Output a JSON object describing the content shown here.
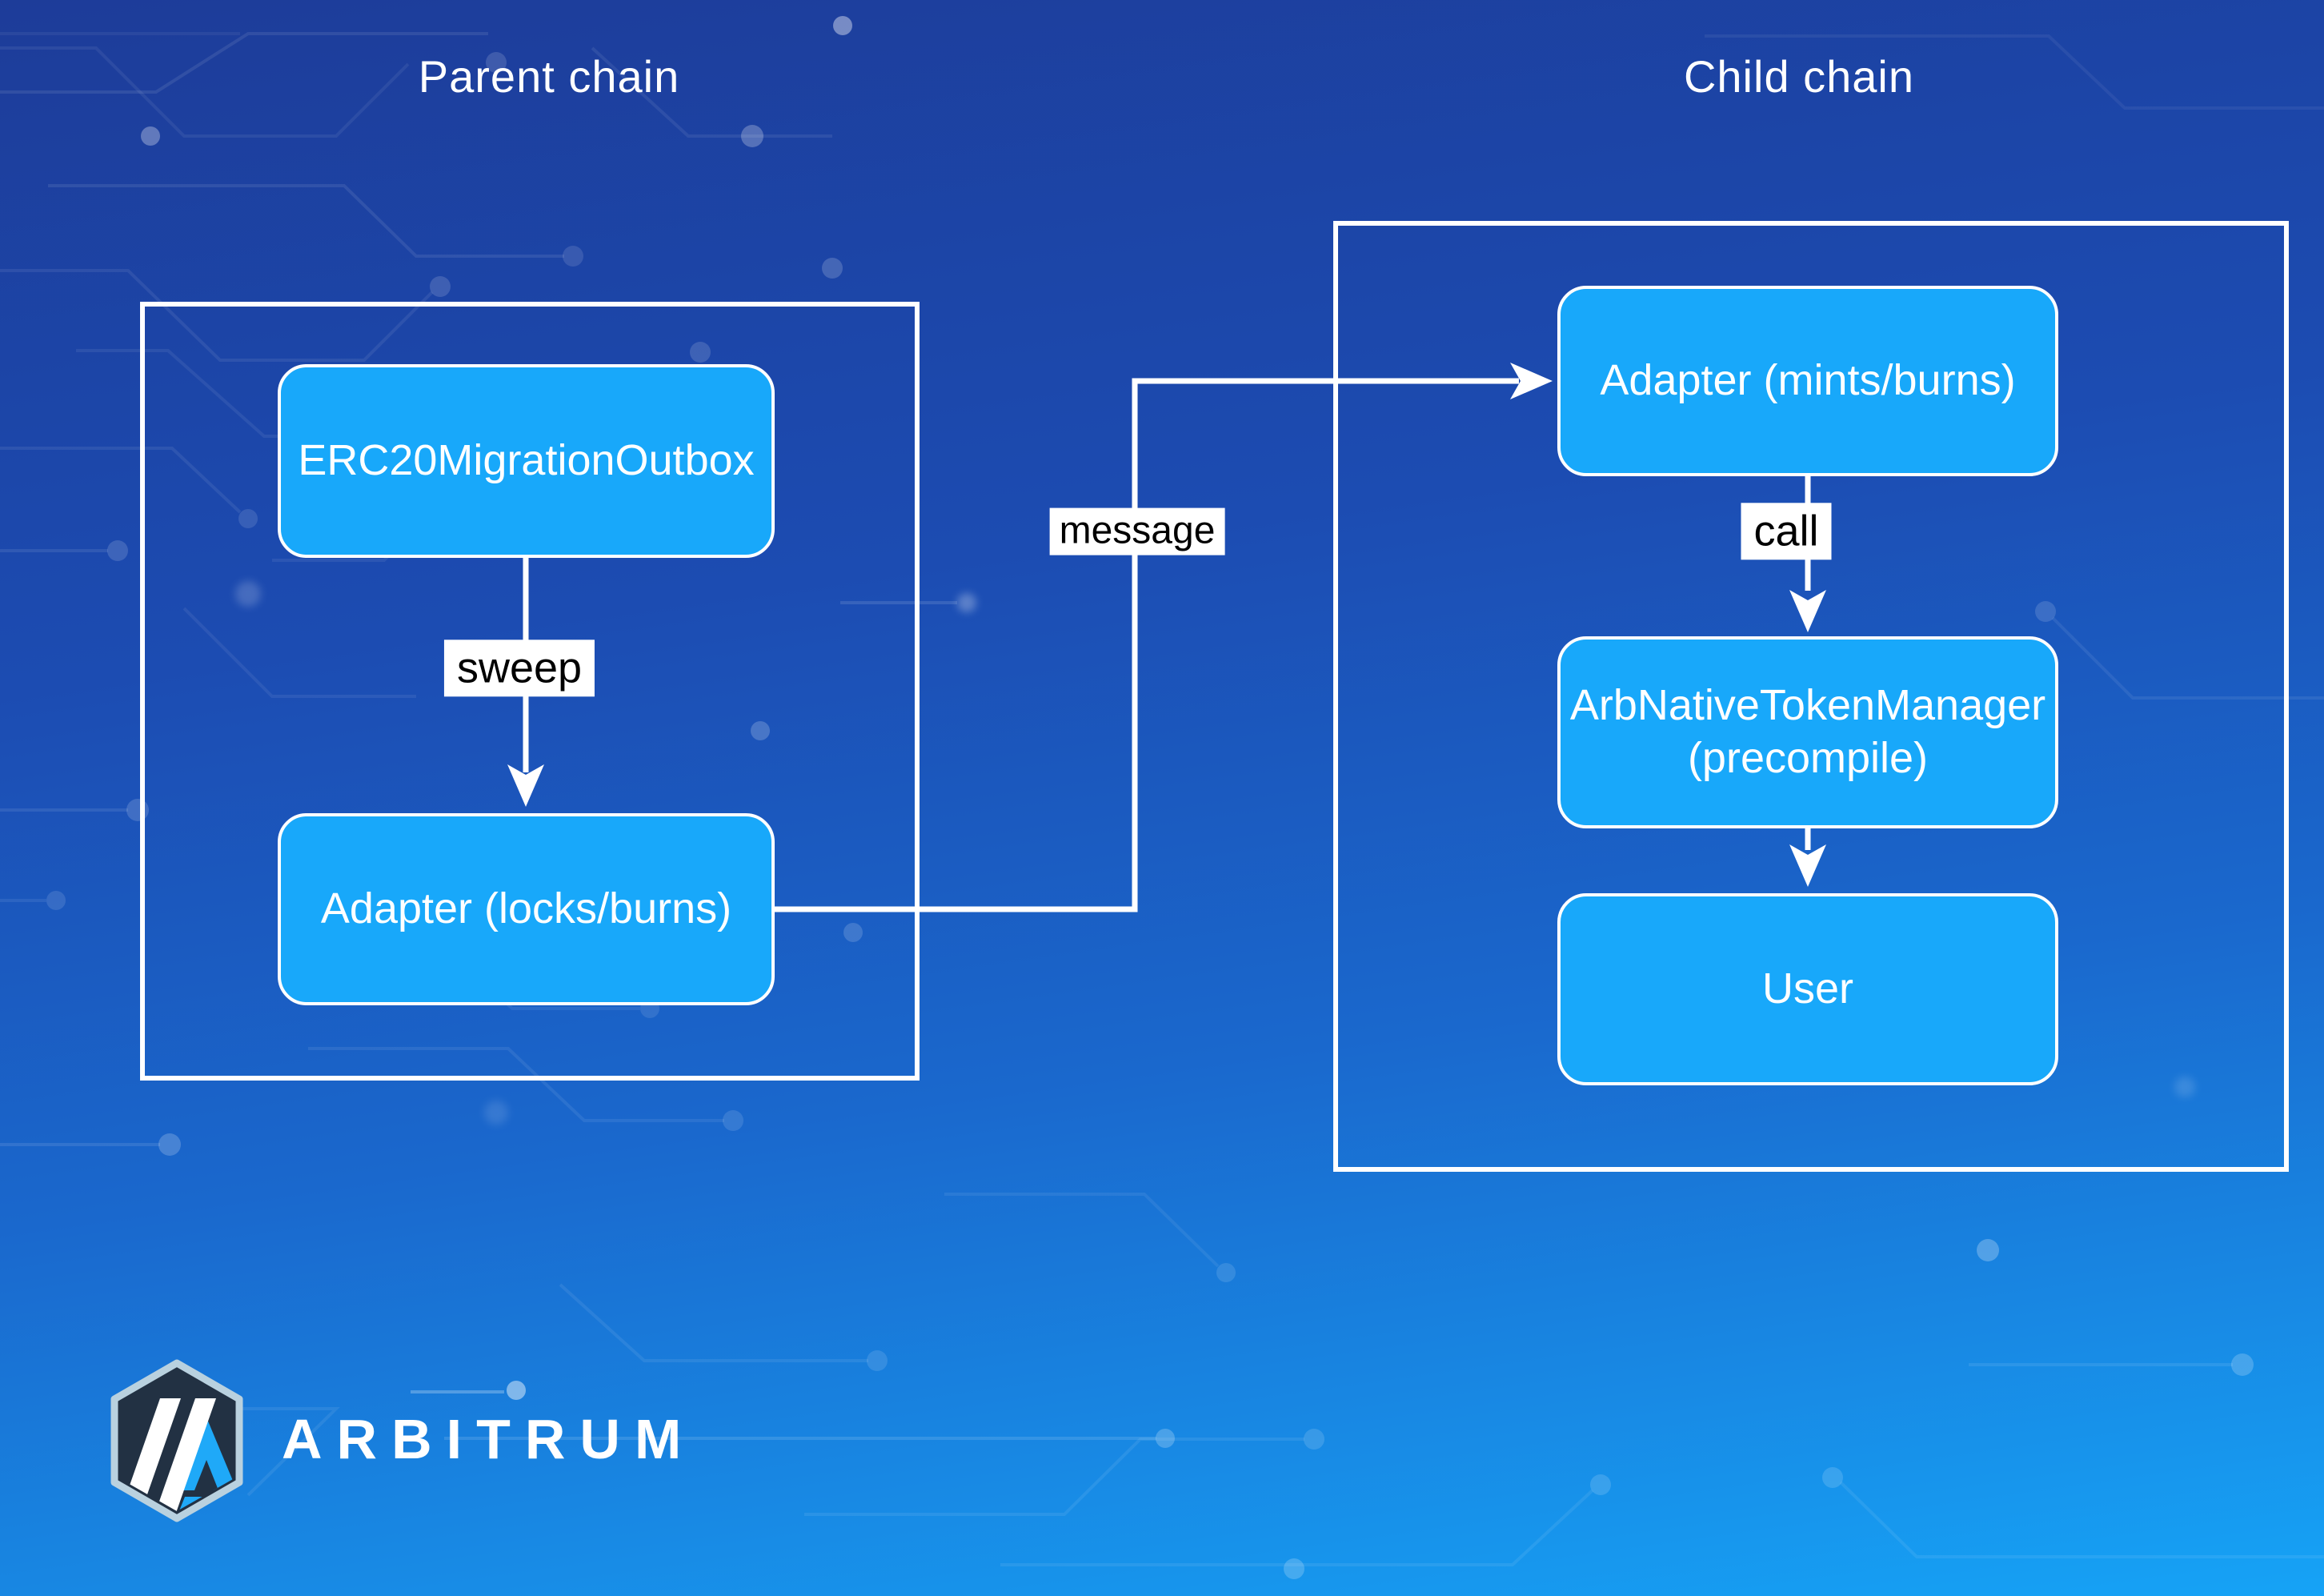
{
  "titles": {
    "parent_chain": "Parent chain",
    "child_chain": "Child chain"
  },
  "nodes": {
    "erc20_migration_outbox": {
      "label": "ERC20MigrationOutbox"
    },
    "adapter_locks_burns": {
      "label": "Adapter (locks/burns)"
    },
    "adapter_mints_burns": {
      "label": "Adapter (mints/burns)"
    },
    "arb_native_token_manager": {
      "line1": "ArbNativeTokenManager",
      "line2": "(precompile)"
    },
    "user": {
      "label": "User"
    }
  },
  "edge_labels": {
    "sweep": "sweep",
    "call": "call",
    "message": "message"
  },
  "logo": {
    "wordmark": "ARBITRUM"
  },
  "colors": {
    "bg_top": "#1d3c99",
    "bg_mid": "#1c4cb2",
    "bg_lower": "#1a68cd",
    "bg_bottom": "#16a3f6",
    "node_fill": "#18a8fa",
    "node_border": "#ffffff",
    "node_text": "#ffffff",
    "container_border": "#ffffff",
    "edge_color": "#ffffff",
    "label_bg": "#ffffff",
    "label_text": "#000000",
    "title_text": "#ffffff",
    "logo_hex_fill": "#223143",
    "logo_hex_border": "#b9d1df",
    "logo_accent": "#1fa9f8",
    "logo_stripe": "#ffffff",
    "logo_text": "#ffffff"
  }
}
